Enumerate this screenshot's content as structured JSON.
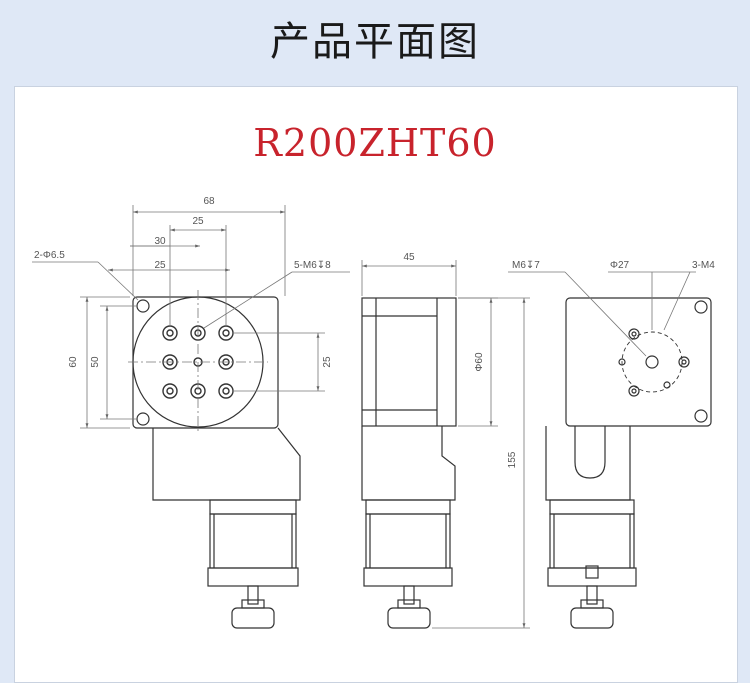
{
  "header": {
    "title": "产品平面图"
  },
  "model": {
    "name": "R200ZHT60"
  },
  "front_view": {
    "dims": {
      "overall_width": "68",
      "pcd_25_top": "25",
      "d30": "30",
      "d25_small": "25",
      "holes": "2-Φ6.5",
      "thread": "5-M6↧8",
      "height_60": "60",
      "height_50": "50",
      "right_25": "25"
    }
  },
  "side_view": {
    "dims": {
      "length_45": "45",
      "dia_60": "Φ60",
      "height_155": "155"
    }
  },
  "rear_view": {
    "dims": {
      "thread_m6": "M6↧7",
      "dia_27": "Φ27",
      "m4": "3-M4"
    }
  },
  "colors": {
    "title_red": "#c8232c",
    "background": "#dfe8f6",
    "line": "#333333",
    "dim_line": "#777777"
  }
}
